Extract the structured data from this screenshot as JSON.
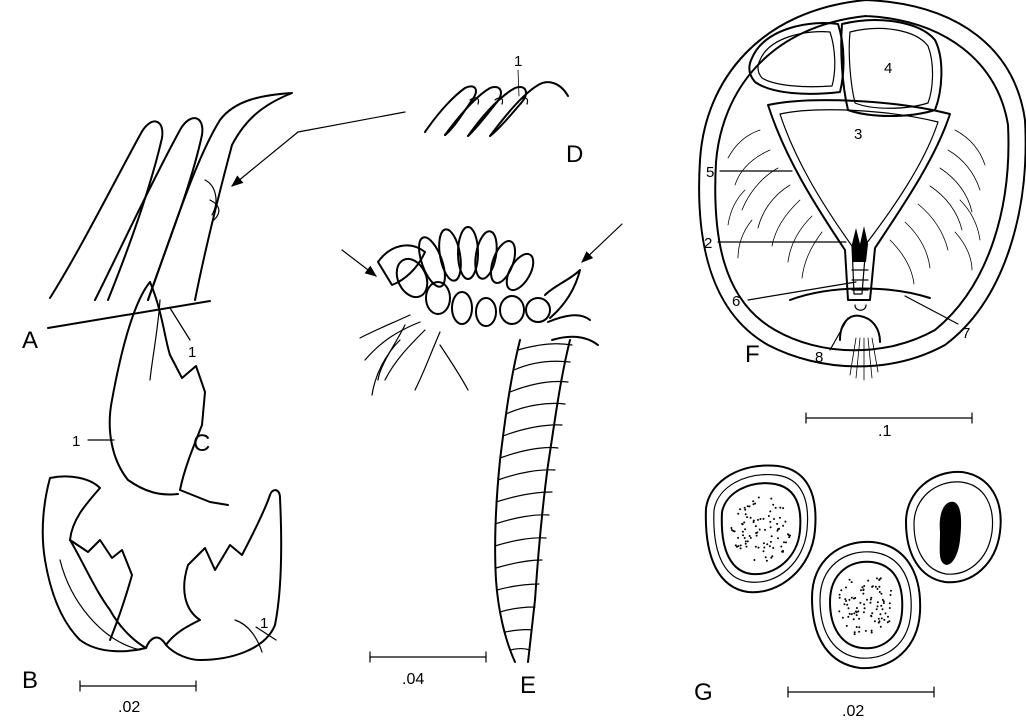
{
  "panels": {
    "A": {
      "label": "A",
      "callouts": [
        "1"
      ]
    },
    "B": {
      "label": "B",
      "callouts": [
        "1"
      ],
      "scale": ".02"
    },
    "C": {
      "label": "C",
      "callouts": [
        "1"
      ]
    },
    "D": {
      "label": "D",
      "callouts": [
        "1"
      ]
    },
    "E": {
      "label": "E",
      "scale": ".04"
    },
    "F": {
      "label": "F",
      "callouts": [
        "2",
        "3",
        "4",
        "5",
        "6",
        "7",
        "8"
      ],
      "scale": ".1"
    },
    "G": {
      "label": "G",
      "scale": ".02"
    }
  }
}
